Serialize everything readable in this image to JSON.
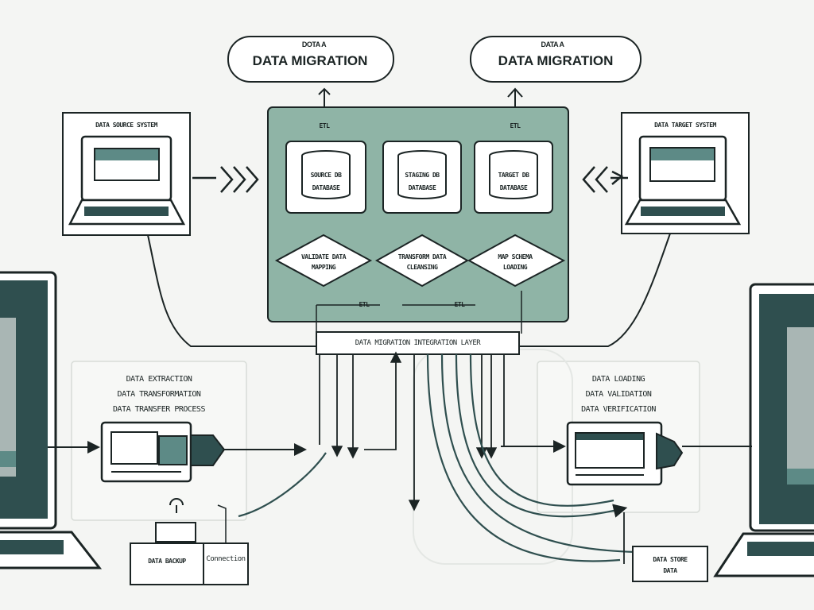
{
  "header": {
    "left_pill_super": "DOTA A",
    "left_pill": "DATA MIGRATION",
    "right_pill_super": "DATA A",
    "right_pill": "DATA MIGRATION"
  },
  "panels": {
    "left_laptop_title": "DATA SOURCE SYSTEM",
    "right_laptop_title": "DATA TARGET SYSTEM"
  },
  "central": {
    "db_labels": [
      "SOURCE DB",
      "STAGING DB",
      "TARGET DB"
    ],
    "db_sublabels": [
      "DATABASE",
      "DATABASE",
      "DATABASE"
    ],
    "decisions": [
      "VALIDATE DATA",
      "TRANSFORM DATA",
      "MAP SCHEMA"
    ],
    "decision_sub": [
      "MAPPING",
      "CLEANSING",
      "LOADING"
    ],
    "top_ticks": [
      "ETL",
      "ETL"
    ],
    "mid_ticks": [
      "ETL",
      "ETL"
    ],
    "bus_label": "DATA MIGRATION INTEGRATION LAYER"
  },
  "left_box": {
    "lines": [
      "DATA EXTRACTION",
      "DATA TRANSFORMATION",
      "DATA TRANSFER PROCESS"
    ]
  },
  "right_box": {
    "lines": [
      "DATA LOADING",
      "DATA VALIDATION",
      "DATA VERIFICATION"
    ]
  },
  "bottom": {
    "left_label_a": "DATA BACKUP",
    "left_label_b": "Connection",
    "right_label_a": "DATA STORE",
    "right_label_b": "DATA"
  },
  "colors": {
    "panel": "#8fb4a6",
    "screen": "#2f4f4f",
    "screen_light": "#5d8a86",
    "ink": "#1b2424",
    "paper": "#ffffff"
  }
}
